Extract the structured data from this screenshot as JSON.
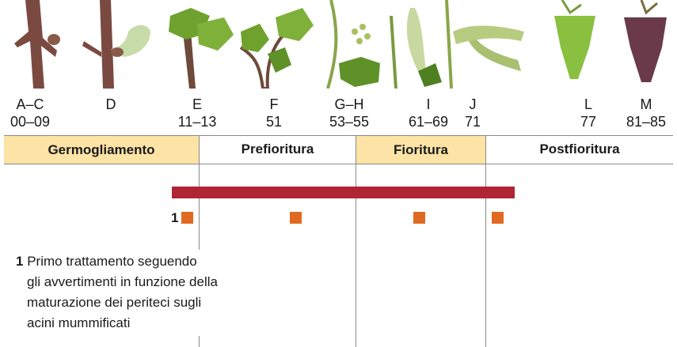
{
  "stages": [
    {
      "letter": "A–C",
      "code": "00–09"
    },
    {
      "letter": "D",
      "code": ""
    },
    {
      "letter": "E",
      "code": "11–13"
    },
    {
      "letter": "F",
      "code": "51"
    },
    {
      "letter": "G–H",
      "code": "53–55"
    },
    {
      "letter": "I",
      "code": "61–69"
    },
    {
      "letter": "J",
      "code": "71"
    },
    {
      "letter": "L",
      "code": "77"
    },
    {
      "letter": "M",
      "code": "81–85"
    }
  ],
  "phases": [
    "Germogliamento",
    "Prefioritura",
    "Fioritura",
    "Postfioritura"
  ],
  "colors": {
    "header_highlight": "#fde3a6",
    "bar": "#b02535",
    "marker": "#e06a22"
  },
  "footnote": {
    "number": "1",
    "lines": [
      "Primo trattamento seguendo",
      "gli avvertimenti in funzione della",
      "maturazione dei periteci sugli",
      "acini mummificati"
    ]
  },
  "marker_label": "1"
}
